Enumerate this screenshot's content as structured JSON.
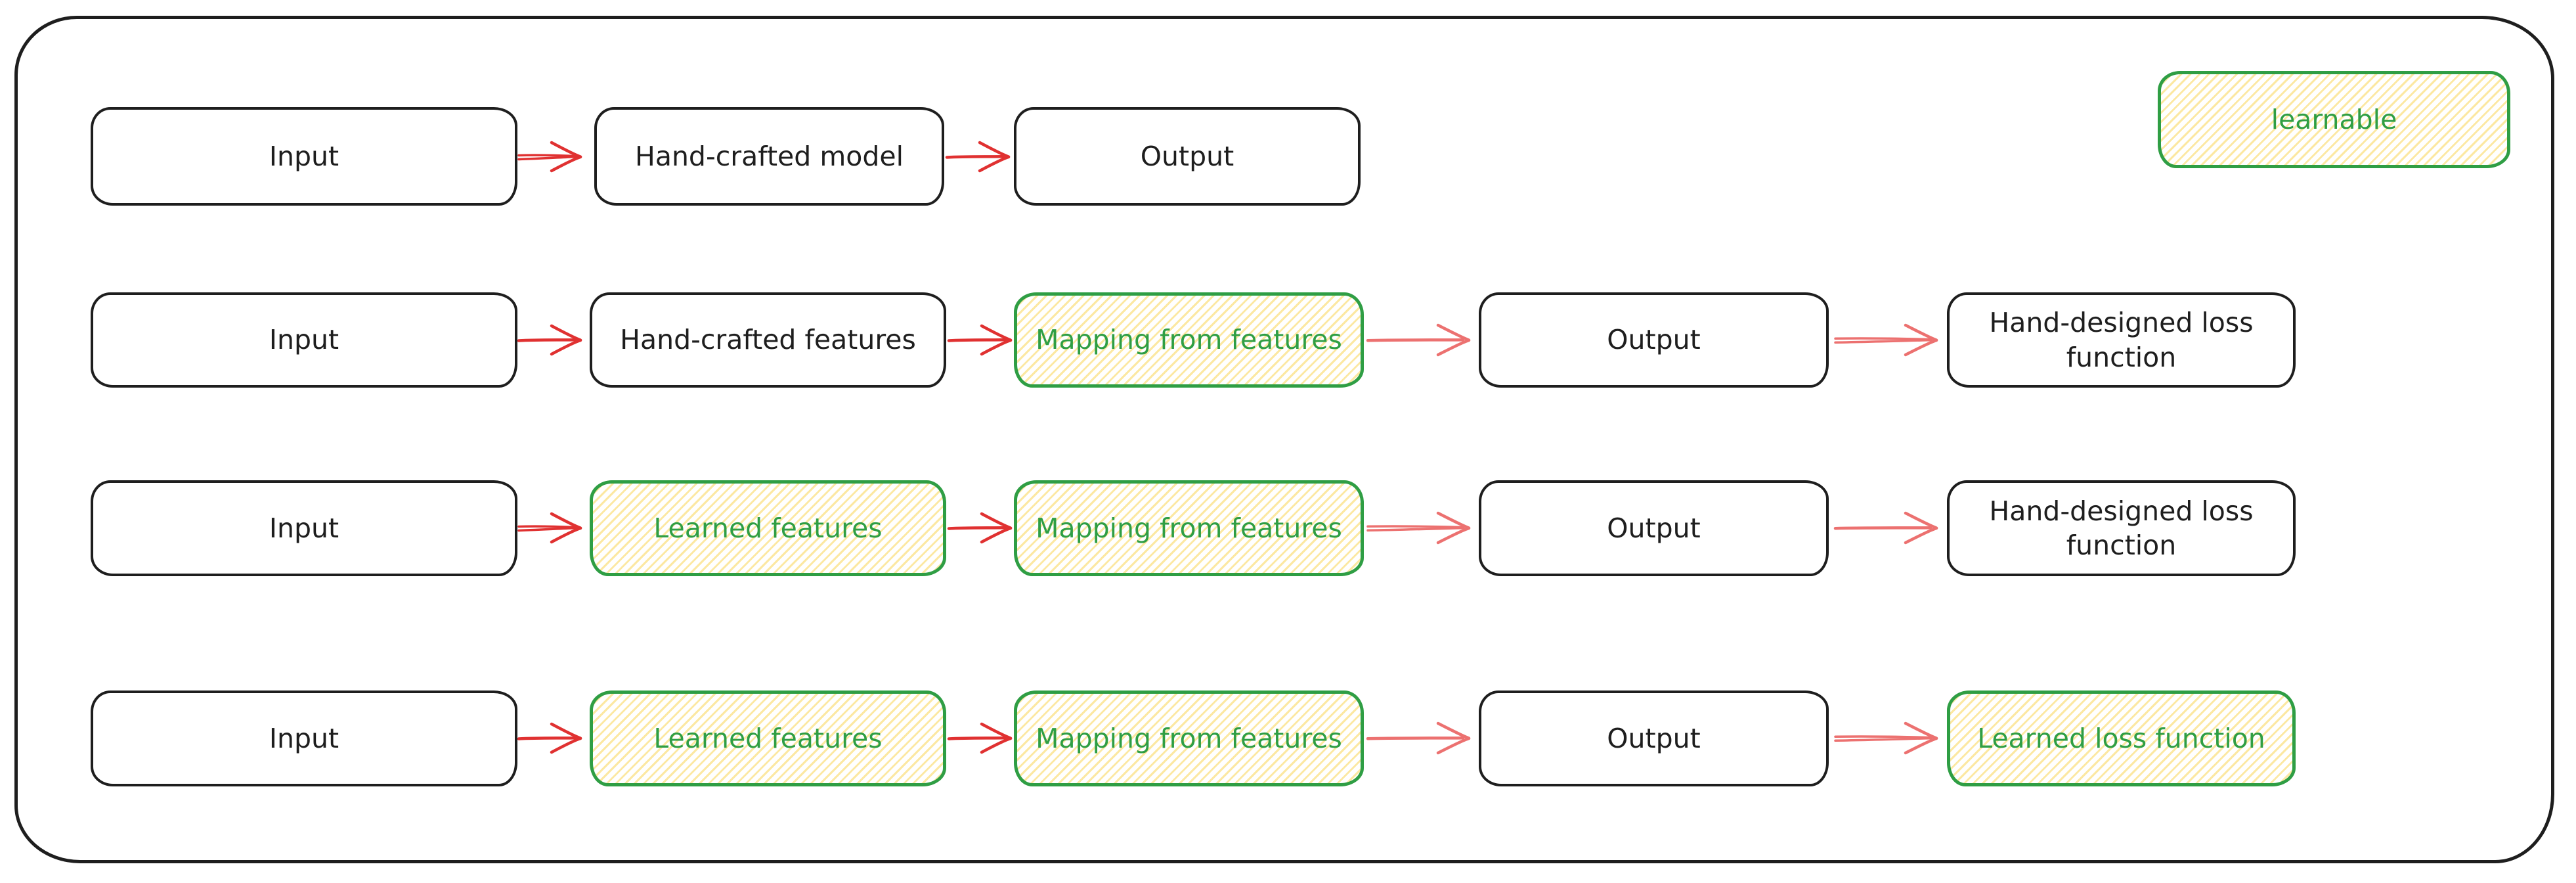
{
  "legend": {
    "label": "learnable"
  },
  "colors": {
    "box_stroke": "#1e1e1e",
    "learnable_stroke": "#2f9e44",
    "learnable_text": "#2f9e44",
    "learnable_hatch_fill": "#f9d556",
    "arrow_red": "#e03131",
    "arrow_salmon": "#ec7170",
    "background": "#ffffff"
  },
  "rows": [
    {
      "boxes": [
        {
          "label": "Input",
          "learnable": false
        },
        {
          "label": "Hand-crafted model",
          "learnable": false
        },
        {
          "label": "Output",
          "learnable": false
        }
      ]
    },
    {
      "boxes": [
        {
          "label": "Input",
          "learnable": false
        },
        {
          "label": "Hand-crafted features",
          "learnable": false
        },
        {
          "label": "Mapping from features",
          "learnable": true
        },
        {
          "label": "Output",
          "learnable": false
        },
        {
          "label": "Hand-designed loss function",
          "learnable": false
        }
      ]
    },
    {
      "boxes": [
        {
          "label": "Input",
          "learnable": false
        },
        {
          "label": "Learned features",
          "learnable": true
        },
        {
          "label": "Mapping from features",
          "learnable": true
        },
        {
          "label": "Output",
          "learnable": false
        },
        {
          "label": "Hand-designed loss function",
          "learnable": false
        }
      ]
    },
    {
      "boxes": [
        {
          "label": "Input",
          "learnable": false
        },
        {
          "label": "Learned features",
          "learnable": true
        },
        {
          "label": "Mapping from features",
          "learnable": true
        },
        {
          "label": "Output",
          "learnable": false
        },
        {
          "label": "Learned loss function",
          "learnable": true
        }
      ]
    }
  ]
}
